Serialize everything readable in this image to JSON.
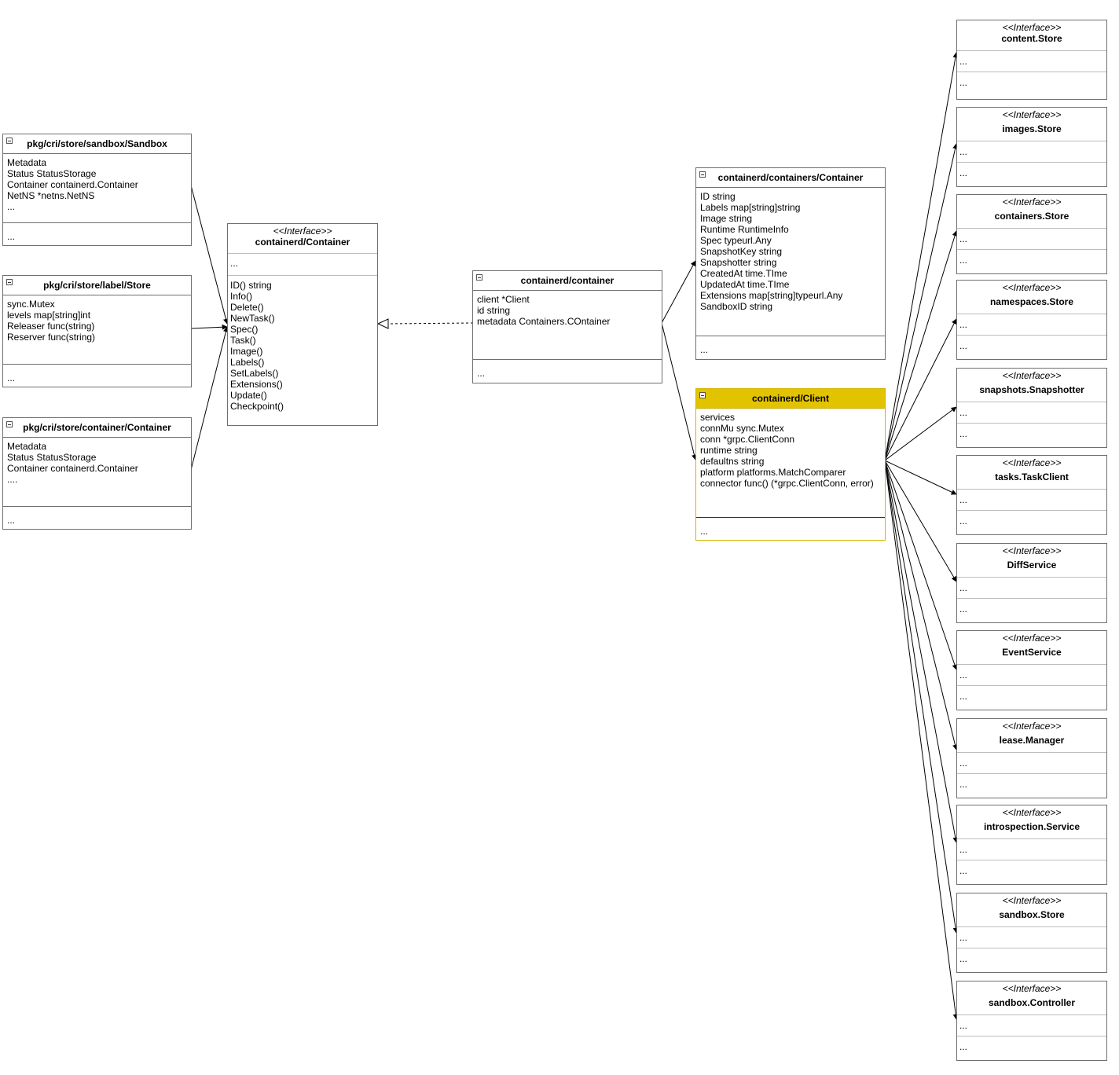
{
  "sandbox_class": {
    "title": "pkg/cri/store/sandbox/Sandbox",
    "attributes": [
      "Metadata",
      "Status StatusStorage",
      "Container containerd.Container",
      "NetNS *netns.NetNS",
      "..."
    ],
    "operations": [
      "..."
    ]
  },
  "label_store_class": {
    "title": "pkg/cri/store/label/Store",
    "attributes": [
      "sync.Mutex",
      "levels map[string]int",
      "Releaser func(string)",
      "Reserver func(string)"
    ],
    "operations": [
      "..."
    ]
  },
  "container_store_class": {
    "title": "pkg/cri/store/container/Container",
    "attributes": [
      "Metadata",
      "Status StatusStorage",
      "Container containerd.Container",
      "...."
    ],
    "operations": [
      "..."
    ]
  },
  "container_interface": {
    "stereotype": "<<Interface>>",
    "title": "containerd/Container",
    "attributes": [
      "..."
    ],
    "operations": [
      "ID() string",
      "Info()",
      "Delete()",
      "NewTask()",
      "Spec()",
      "Task()",
      "Image()",
      "Labels()",
      "SetLabels()",
      "Extensions()",
      "Update()",
      "Checkpoint()"
    ]
  },
  "container_impl_class": {
    "title": "containerd/container",
    "attributes": [
      "client *Client",
      "id string",
      "metadata Containers.COntainer"
    ],
    "operations": [
      "..."
    ]
  },
  "containers_container_class": {
    "title": "containerd/containers/Container",
    "attributes": [
      "ID string",
      "Labels map[string]string",
      "Image string",
      "Runtime RuntimeInfo",
      "Spec typeurl.Any",
      "SnapshotKey string",
      "Snapshotter string",
      "CreatedAt time.TIme",
      "UpdatedAt time.TIme",
      "Extensions map[string]typeurl.Any",
      "SandboxID string"
    ],
    "operations": [
      "..."
    ]
  },
  "client_class": {
    "title": "containerd/Client",
    "attributes": [
      "services",
      "connMu sync.Mutex",
      "conn *grpc.ClientConn",
      "runtime string",
      "defaultns string",
      "platform platforms.MatchComparer",
      "connector func() (*grpc.ClientConn, error)"
    ],
    "operations": [
      "..."
    ]
  },
  "service_interfaces": [
    {
      "stereotype": "<<Interface>>",
      "name": "content.Store",
      "s1": "...",
      "s2": "..."
    },
    {
      "stereotype": "<<Interface>>",
      "name": "images.Store",
      "s1": "...",
      "s2": "..."
    },
    {
      "stereotype": "<<Interface>>",
      "name": "containers.Store",
      "s1": "...",
      "s2": "..."
    },
    {
      "stereotype": "<<Interface>>",
      "name": "namespaces.Store",
      "s1": "...",
      "s2": "..."
    },
    {
      "stereotype": "<<Interface>>",
      "name": "snapshots.Snapshotter",
      "s1": "...",
      "s2": "..."
    },
    {
      "stereotype": "<<Interface>>",
      "name": "tasks.TaskClient",
      "s1": "...",
      "s2": "..."
    },
    {
      "stereotype": "<<Interface>>",
      "name": "DiffService",
      "s1": "...",
      "s2": "..."
    },
    {
      "stereotype": "<<Interface>>",
      "name": "EventService",
      "s1": "...",
      "s2": "..."
    },
    {
      "stereotype": "<<Interface>>",
      "name": "lease.Manager",
      "s1": "...",
      "s2": "..."
    },
    {
      "stereotype": "<<Interface>>",
      "name": "introspection.Service",
      "s1": "...",
      "s2": "..."
    },
    {
      "stereotype": "<<Interface>>",
      "name": "sandbox.Store",
      "s1": "...",
      "s2": "..."
    },
    {
      "stereotype": "<<Interface>>",
      "name": "sandbox.Controller",
      "s1": "...",
      "s2": "..."
    }
  ],
  "colors": {
    "border": "#6f6f6f",
    "highlight_header": "#e2c300",
    "edge": "#000000"
  }
}
